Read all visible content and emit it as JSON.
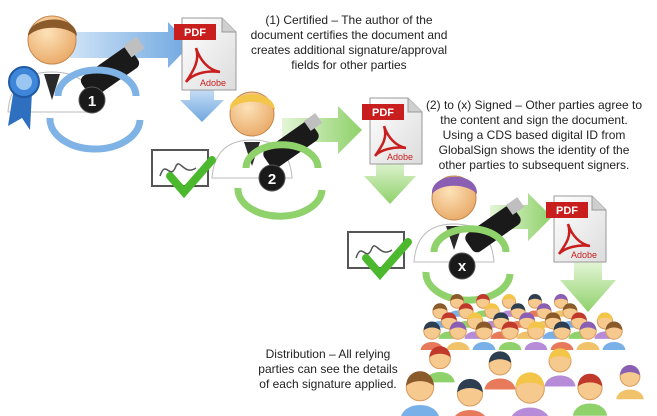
{
  "captions": {
    "certified": "(1) Certified – The author of the\ndocument certifies the document and\ncreates additional signature/approval\nfields for other parties",
    "signed": "(2) to (x) Signed – Other parties agree to\nthe content and sign the document.\nUsing a CDS based digital ID from\nGlobalSign shows the identity of the\nother parties to subsequent signers.",
    "distribution": "Distribution – All relying\nparties can see the details\nof each signature applied."
  },
  "documents": [
    {
      "tag": "PDF",
      "brand": "Adobe"
    },
    {
      "tag": "PDF",
      "brand": "Adobe"
    },
    {
      "tag": "PDF",
      "brand": "Adobe"
    }
  ],
  "step_badges": [
    "1",
    "2",
    "x"
  ],
  "colors": {
    "pdf_red": "#c81e1e",
    "arrow_blue": "#7fb2e5",
    "arrow_green": "#8fd16a",
    "check_green": "#4cb82e",
    "token_dark": "#1a1a1a",
    "skin": "#f6c98f",
    "hair_brown": "#8a5a2b",
    "hair_blond": "#f3c64a",
    "hair_purple": "#8a5fb3"
  },
  "icons": [
    "user-icon",
    "award-ribbon-icon",
    "usb-token-icon",
    "pdf-document-icon",
    "signature-check-icon",
    "cycle-arrows-icon",
    "crowd-icon"
  ]
}
